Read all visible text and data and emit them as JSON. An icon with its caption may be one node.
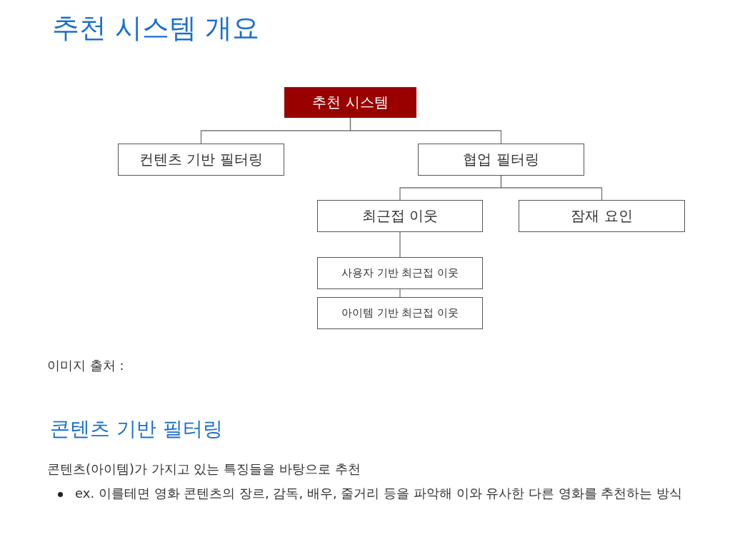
{
  "diagram": {
    "title": "추천 시스템 개요",
    "nodes": [
      {
        "text": [
          "추천 시스템"
        ]
      },
      {
        "text": [
          "컨텐츠 기반 필터링"
        ]
      },
      {
        "text": [
          "협업 필터링"
        ]
      },
      {
        "text": [
          "최근접 이웃"
        ]
      },
      {
        "text": [
          "잠재 요인"
        ]
      },
      {
        "text": [
          "사용자 기반 최근접 이웃"
        ]
      },
      {
        "text": [
          "아이템 기반 최근접 이웃"
        ]
      }
    ],
    "edges": [
      {
        "from": 0,
        "to": 1,
        "arrow": "none"
      },
      {
        "from": 0,
        "to": 2,
        "arrow": "none"
      },
      {
        "from": 2,
        "to": 3,
        "arrow": "none"
      },
      {
        "from": 2,
        "to": 4,
        "arrow": "none"
      },
      {
        "from": 3,
        "to": 5,
        "arrow": "none"
      },
      {
        "from": 5,
        "to": 6,
        "arrow": "none"
      }
    ],
    "labels": [
      "이미지 출처 :",
      "콘텐츠 기반 필터링",
      "콘텐츠(아이템)가 가지고 있는 특징들을 바탕으로 추천",
      "ex. 이를테면 영화 콘텐츠의 장르, 감독, 배우, 줄거리 등을 파악해 이와 유사한 다른 영화를 추천하는 방식"
    ]
  }
}
